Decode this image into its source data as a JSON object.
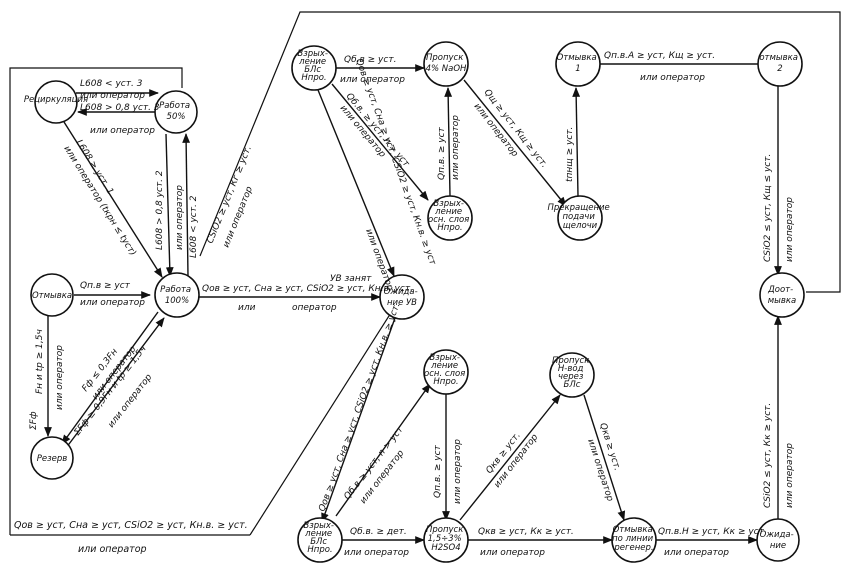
{
  "nodes": {
    "recirc": {
      "lines": [
        "Рециркуляция"
      ]
    },
    "work50": {
      "lines": [
        "Работа",
        "50%"
      ]
    },
    "regen_bottom": {
      "lines": [
        "Отмывка"
      ]
    },
    "work100": {
      "lines": [
        "Работа",
        "100%"
      ]
    },
    "reserve": {
      "lines": [
        "Резерв"
      ]
    },
    "waitUV": {
      "lines": [
        "Ожида-",
        "ние УВ"
      ]
    },
    "loosen1": {
      "lines": [
        "Взрых-",
        "ление",
        "БЛс",
        "Нпро."
      ]
    },
    "skip4": {
      "lines": [
        "Пропуск",
        "4% NaOH"
      ]
    },
    "loosen2": {
      "lines": [
        "Взрых-",
        "ление",
        "осн. слоя",
        "Нпро."
      ]
    },
    "wash1": {
      "lines": [
        "Отмывка",
        "1"
      ]
    },
    "salt_stop": {
      "lines": [
        "Прекращение",
        "подачи",
        "щелочи"
      ]
    },
    "wash2": {
      "lines": [
        "отмывка",
        "2"
      ]
    },
    "wash_final": {
      "lines": [
        "Доот-",
        "мывка"
      ]
    },
    "loosen3": {
      "lines": [
        "Взрых-",
        "ление",
        "осн. слоя",
        "Нпро."
      ]
    },
    "loosen4": {
      "lines": [
        "Взрых-",
        "ление",
        "БЛс",
        "Нпро."
      ]
    },
    "skip15": {
      "lines": [
        "Пропуск",
        "1,5÷3%",
        "H2SO4"
      ]
    },
    "skipwater": {
      "lines": [
        "Пропуск",
        "H-вод",
        "через",
        "БЛс"
      ]
    },
    "wash_line": {
      "lines": [
        "Отмывка",
        "по линии",
        "регенер."
      ]
    },
    "wait_bottom": {
      "lines": [
        "Ожида-",
        "ние"
      ]
    }
  },
  "edges": {
    "e1": "L608 < уст. 3",
    "e2": "или оператор",
    "e3": "L608 > 0,8 уст. 3",
    "e4": "или оператор",
    "e5": "Qп.в ≥ уст",
    "e6": "или оператор",
    "e7": "Qов ≥ уст, Сна ≥ уст, СSiO2 ≥ уст, Кн.в. уст.",
    "e8": "или",
    "e9": "оператор",
    "e10": "УВ занят",
    "e11": "Qб.в ≥ уст.",
    "e12": "или оператор",
    "e13": "Qп.в.А ≥ уст, Кщ ≥ уст.",
    "e14": "или оператор",
    "e15": "Qщ ≥ уст, Кщ ≥ уст.",
    "e16": "или оператор",
    "e17": "tпнщ ≥ уст.",
    "e18": "Qп.в. ≥ уст",
    "e19": "или оператор",
    "e20": "Qб.в. ≥ уст, n > уст",
    "e21": "или оператор",
    "e22": "L608 ≥ уст. 1",
    "e23": "или оператор (tкрн ≤ tуст)",
    "e24": "L608 > 0,8 уст. 2",
    "e25": "или оператор",
    "e26": "L608 < уст. 2",
    "e27": "СSiO2 ≥ уст, Кг ≥ уст.",
    "e28": "или оператор",
    "e29": "Fн и tр ≥ 1,5ч",
    "e30": "или оператор",
    "e31": "ΣFф",
    "e32": "Fф ≤ 0,3Fн",
    "e33": "или оператор",
    "e34": "ΣFф ≥ 0,9Fн и tр ≥ 1,5ч",
    "e35": "или оператор",
    "e36": "Qов ≥ уст, Сна ≥ уст, СSiO2 ≥ уст, Кн.в. ≥ уст",
    "e37": "или оператор",
    "e38": "Qов ≥ уст, Сна ≥ уст, СSiO2 ≥ уст, Кн.в. ≥ уст.",
    "e39": "Qб.в ≥ уст, n > уст",
    "e40": "или оператор",
    "e41": "Qп.в. ≥ уст",
    "e42": "или оператор",
    "e43": "Qкв ≥ уст.",
    "e44": "или оператор",
    "e45": "Qкв ≥ уст.",
    "e46": "или оператор",
    "e47": "Qб.в. ≥ дет.",
    "e48": "или оператор",
    "e49": "Qкв ≥ уст, Кк ≥ уст.",
    "e50": "или оператор",
    "e51": "Qп.в.Н ≥ уст, Кк ≥ уст",
    "e52": "или оператор",
    "e53": "СSiO2 ≤ уст, Кк ≥ уст.",
    "e54": "или оператор",
    "e55": "СSiO2 ≤ уст, Кщ ≤ уст.",
    "e56": "или оператор",
    "e57": "Qов ≥ уст, Сна ≥ уст, СSiO2 ≥ уст, Кн.в. ≥ уст.",
    "e58": "или оператор"
  }
}
